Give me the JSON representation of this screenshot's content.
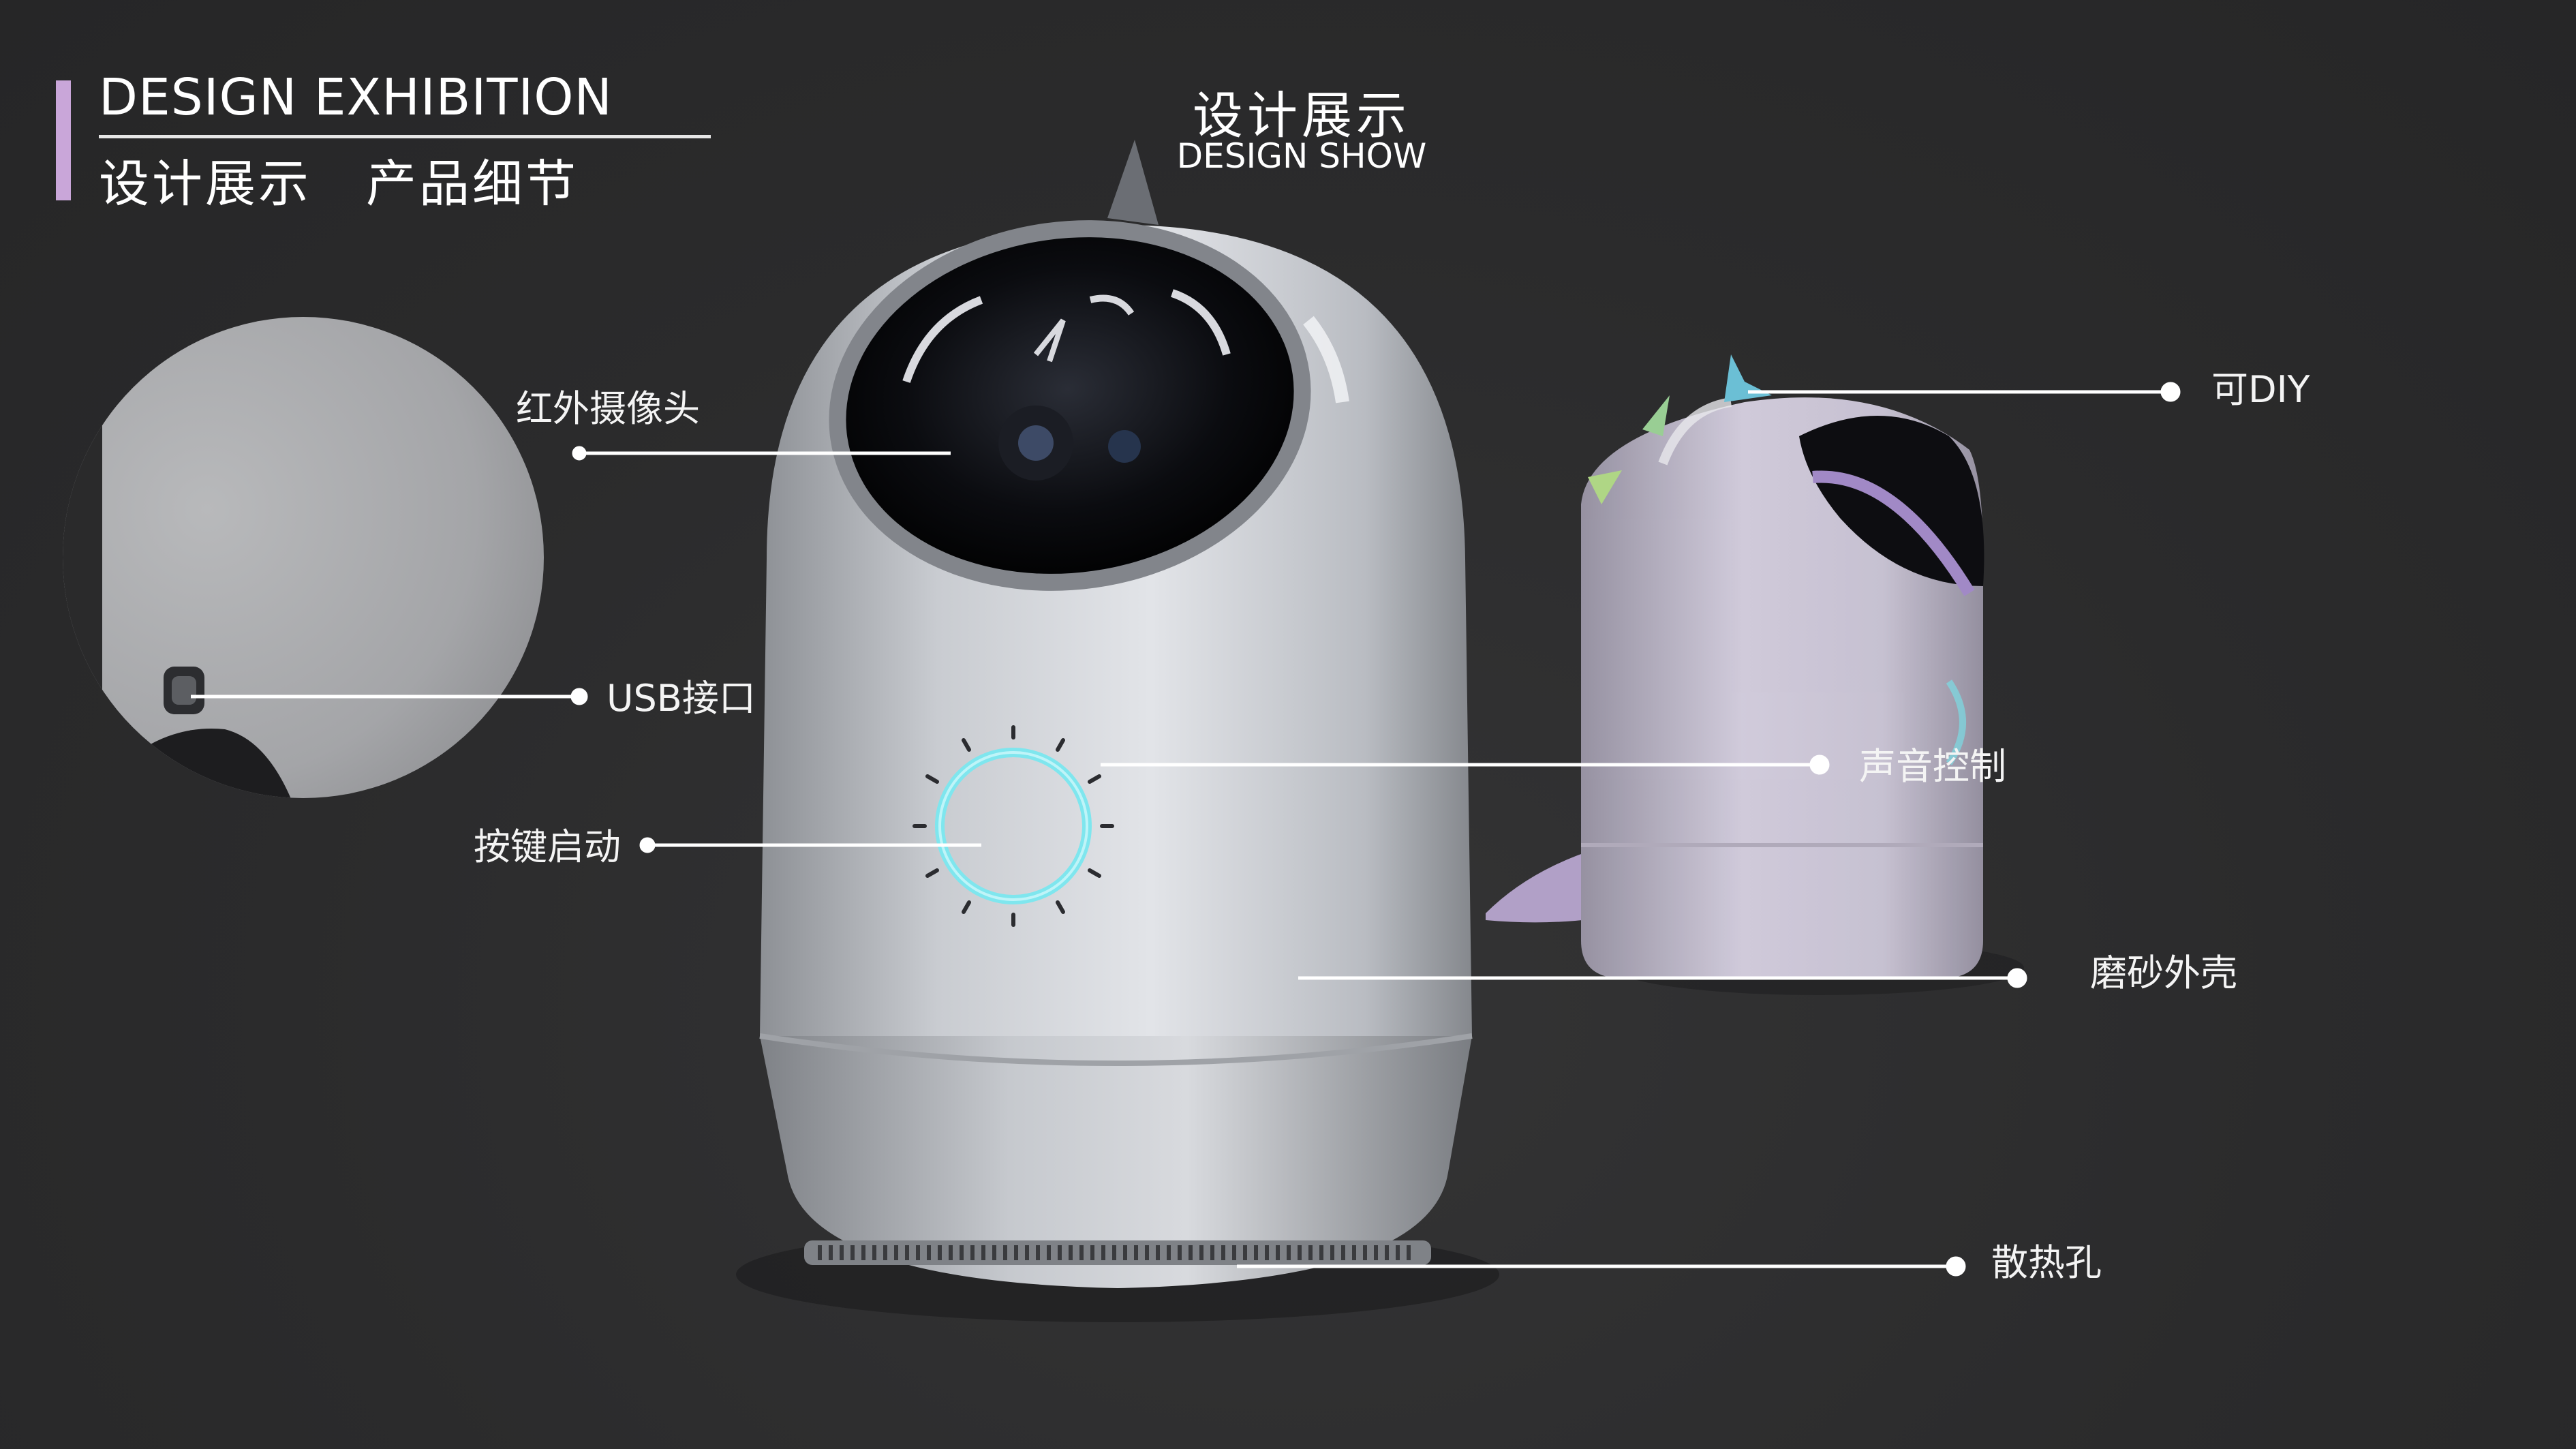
{
  "header": {
    "title_en": "DESIGN EXHIBITION",
    "title_cn_1": "设计展示",
    "title_cn_2": "产品细节"
  },
  "center_title": {
    "cn": "设计展示",
    "en": "DESIGN SHOW"
  },
  "callouts": {
    "infrared_camera": "红外摄像头",
    "usb_port": "USB接口",
    "button_start": "按键启动",
    "diy": "可DIY",
    "voice_control": "声音控制",
    "frosted_shell": "磨砂外壳",
    "vent_holes": "散热孔"
  },
  "colors": {
    "background": "#2a2a2b",
    "accent_bar": "#c9a6d9",
    "ring_glow": "#7fe6ee",
    "body_white": "#d9dbe0",
    "body_lilac": "#d8d2e2"
  }
}
